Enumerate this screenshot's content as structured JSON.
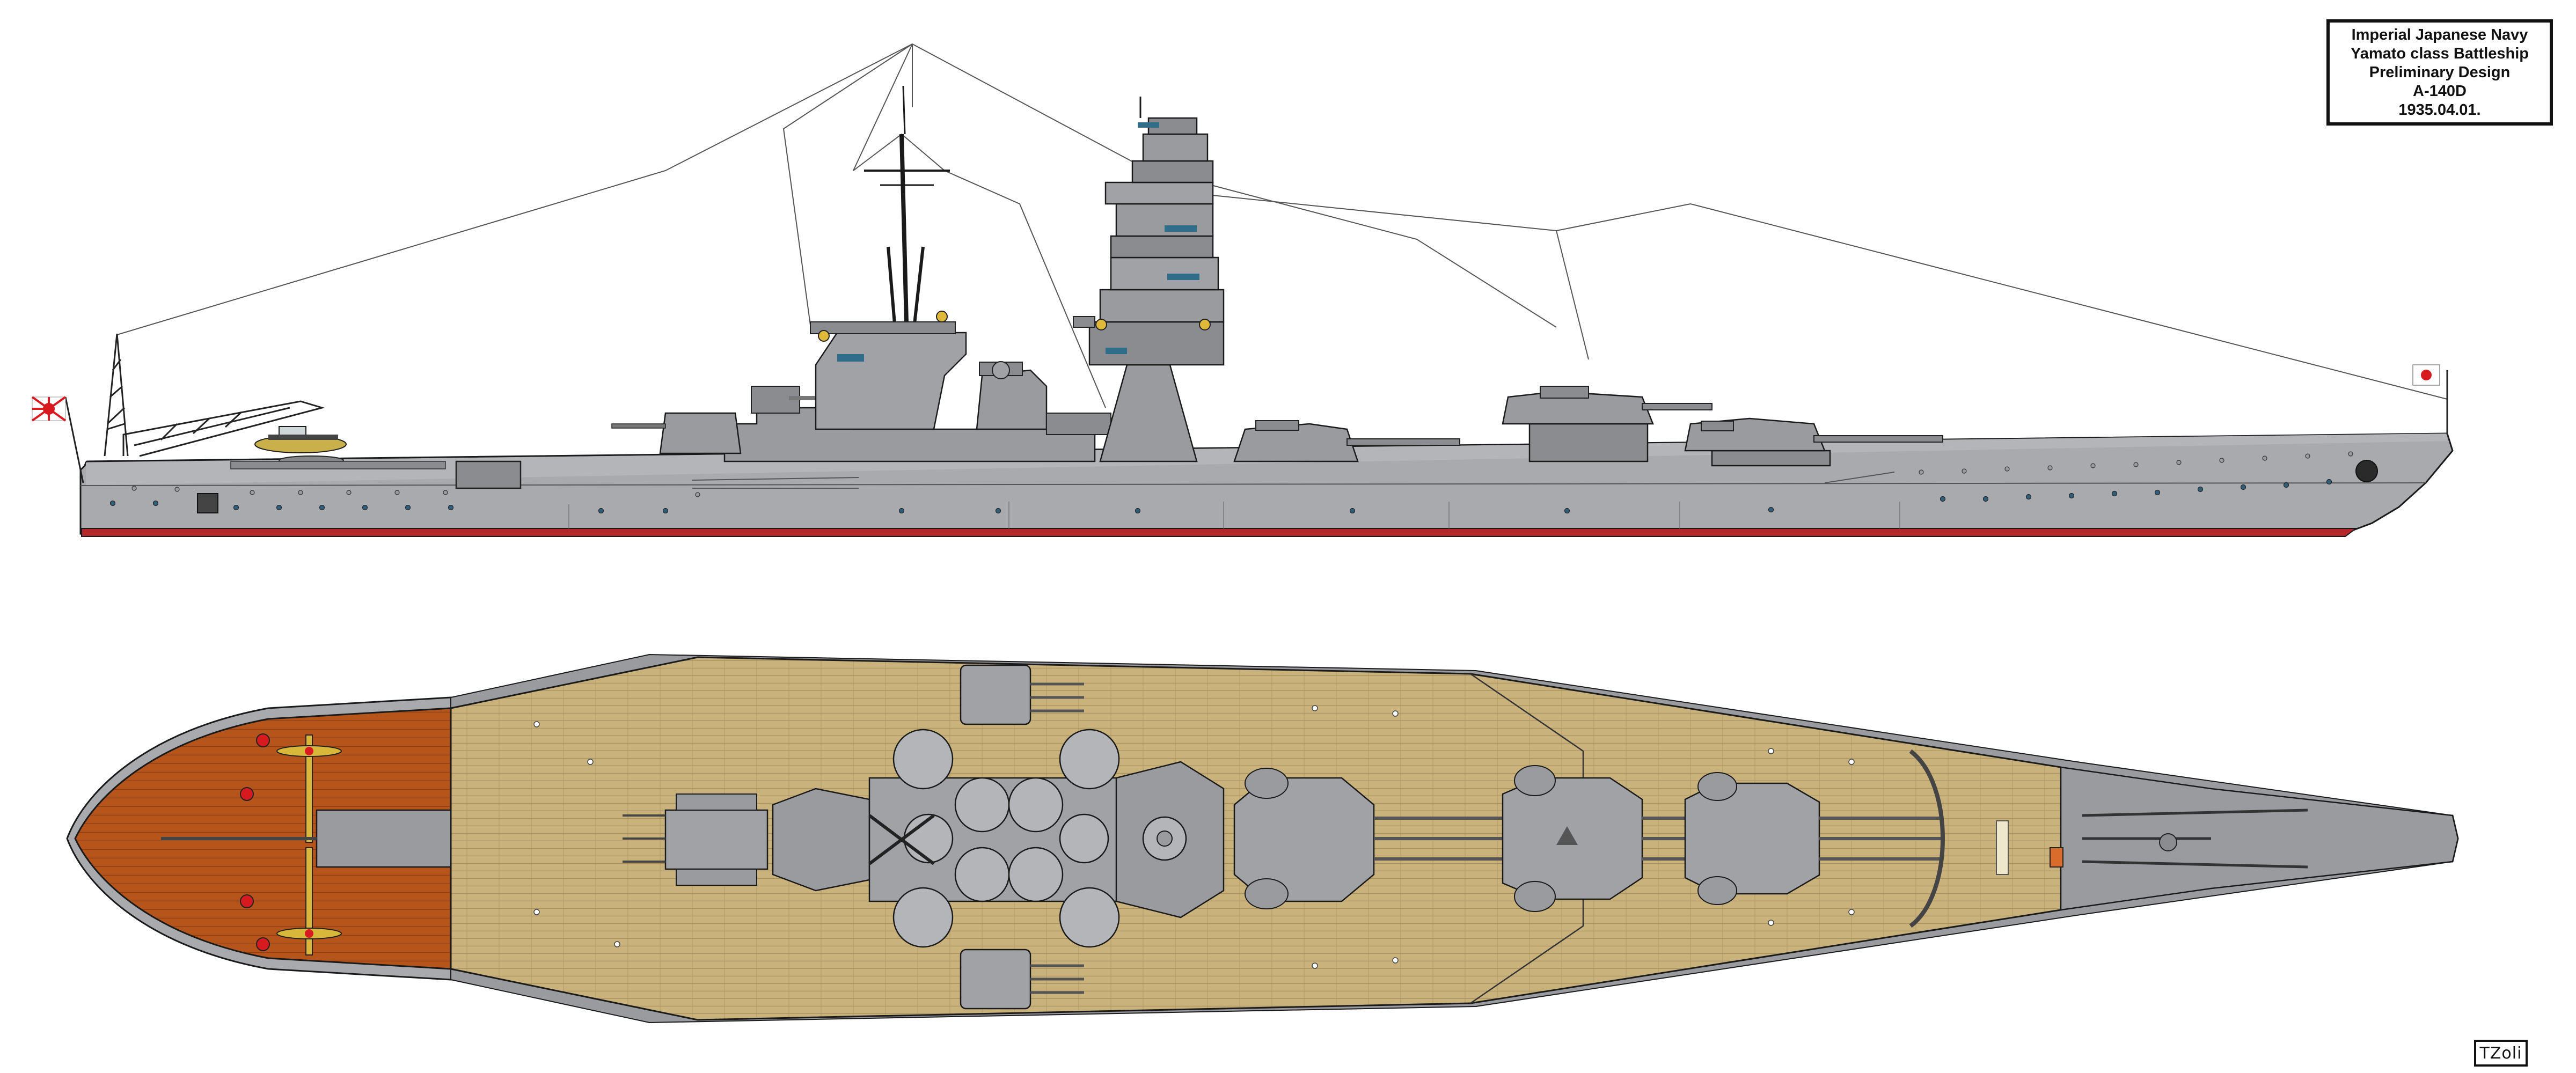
{
  "title_block": {
    "line1": "Imperial Japanese Navy",
    "line2": "Yamato class Battleship",
    "line3": "Preliminary Design",
    "line4": "A-140D",
    "line5": "1935.04.01."
  },
  "signature": "TZoli",
  "colors": {
    "hull_grey": "#a9aaad",
    "hull_dark": "#7d7f84",
    "boot_topping": "#b3262b",
    "deck_planking": "#c9b27c",
    "linoleum_deck": "#b5551c",
    "outline": "#1a1a1a",
    "flag_red": "#d61a1f",
    "aircraft_yellow": "#d8b73a"
  },
  "views": [
    "side-profile",
    "top-plan"
  ]
}
